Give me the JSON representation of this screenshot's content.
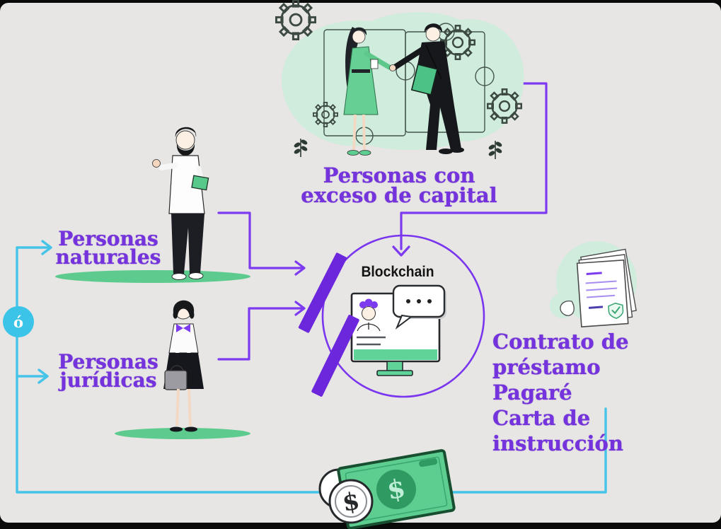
{
  "palette": {
    "background": "#e7e6e4",
    "frame_border": "#0a0a0a",
    "purple_text": "#7533dd",
    "purple_line": "#7e3af0",
    "purple_bar": "#6c26dc",
    "cyan_line": "#45c4e8",
    "mint_blob": "#cfecdd",
    "green_mid": "#5ecd90",
    "green_dark": "#2f9b63",
    "ink": "#141414"
  },
  "labels": {
    "capital": {
      "line1": "Personas con",
      "line2": "exceso de capital"
    },
    "naturales": {
      "line1": "Personas",
      "line2": "naturales"
    },
    "juridicas": {
      "line1": "Personas",
      "line2": "jurídicas"
    },
    "blockchain": "Blockchain",
    "or": "ó",
    "documents": [
      "Contrato de préstamo",
      "Pagaré",
      "Carta de instrucción"
    ],
    "dollar": "$"
  },
  "diagram": {
    "nodes": [
      "Personas con exceso de capital",
      "Personas naturales",
      "Personas jurídicas",
      "Blockchain",
      "Contrato de préstamo / Pagaré / Carta de instrucción",
      "Dinero"
    ],
    "edges": [
      {
        "from": "Personas con exceso de capital",
        "to": "Blockchain",
        "color": "purple"
      },
      {
        "from": "Personas naturales",
        "to": "Blockchain",
        "color": "purple"
      },
      {
        "from": "Personas jurídicas",
        "to": "Blockchain",
        "color": "purple"
      },
      {
        "from": "ó (alternativa)",
        "to": "Dinero",
        "color": "cyan"
      },
      {
        "from": "Documentos",
        "to": "Dinero",
        "color": "cyan"
      }
    ]
  }
}
